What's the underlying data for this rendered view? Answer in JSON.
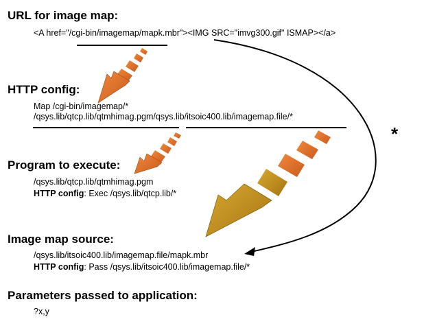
{
  "sections": {
    "url": {
      "heading": "URL for image map:",
      "line1": "<A href=\"/cgi-bin/imagemap/mapk.mbr\"><IMG SRC=\"imvg300.gif\" ISMAP></a>"
    },
    "http_config": {
      "heading": "HTTP config:",
      "line1": "Map /cgi-bin/imagemap/*",
      "line2": "/qsys.lib/qtcp.lib/qtmhimag.pgm/qsys.lib/itsoic400.lib/imagemap.file/*"
    },
    "program": {
      "heading": "Program to execute:",
      "line1": "/qsys.lib/qtcp.lib/qtmhimag.pgm",
      "line2_label": "HTTP config",
      "line2_value": ": Exec /qsys.lib/qtcp.lib/*"
    },
    "image_map_source": {
      "heading": "Image map source:",
      "line1": "/qsys.lib/itsoic400.lib/imagemap.file/mapk.mbr",
      "line2_label": "HTTP config",
      "line2_value": ": Pass /qsys.lib/itsoic400.lib/imagemap.file/*"
    },
    "parameters": {
      "heading": "Parameters passed to application:",
      "line1": "?x,y"
    }
  },
  "annotation": {
    "star": "*"
  },
  "colors": {
    "arrow_orange": "#e8722c",
    "arrow_orange_dark": "#c95a1c",
    "arrow_gold": "#c8961e",
    "arrow_gold_dark": "#8a6510",
    "ink": "#000000"
  }
}
